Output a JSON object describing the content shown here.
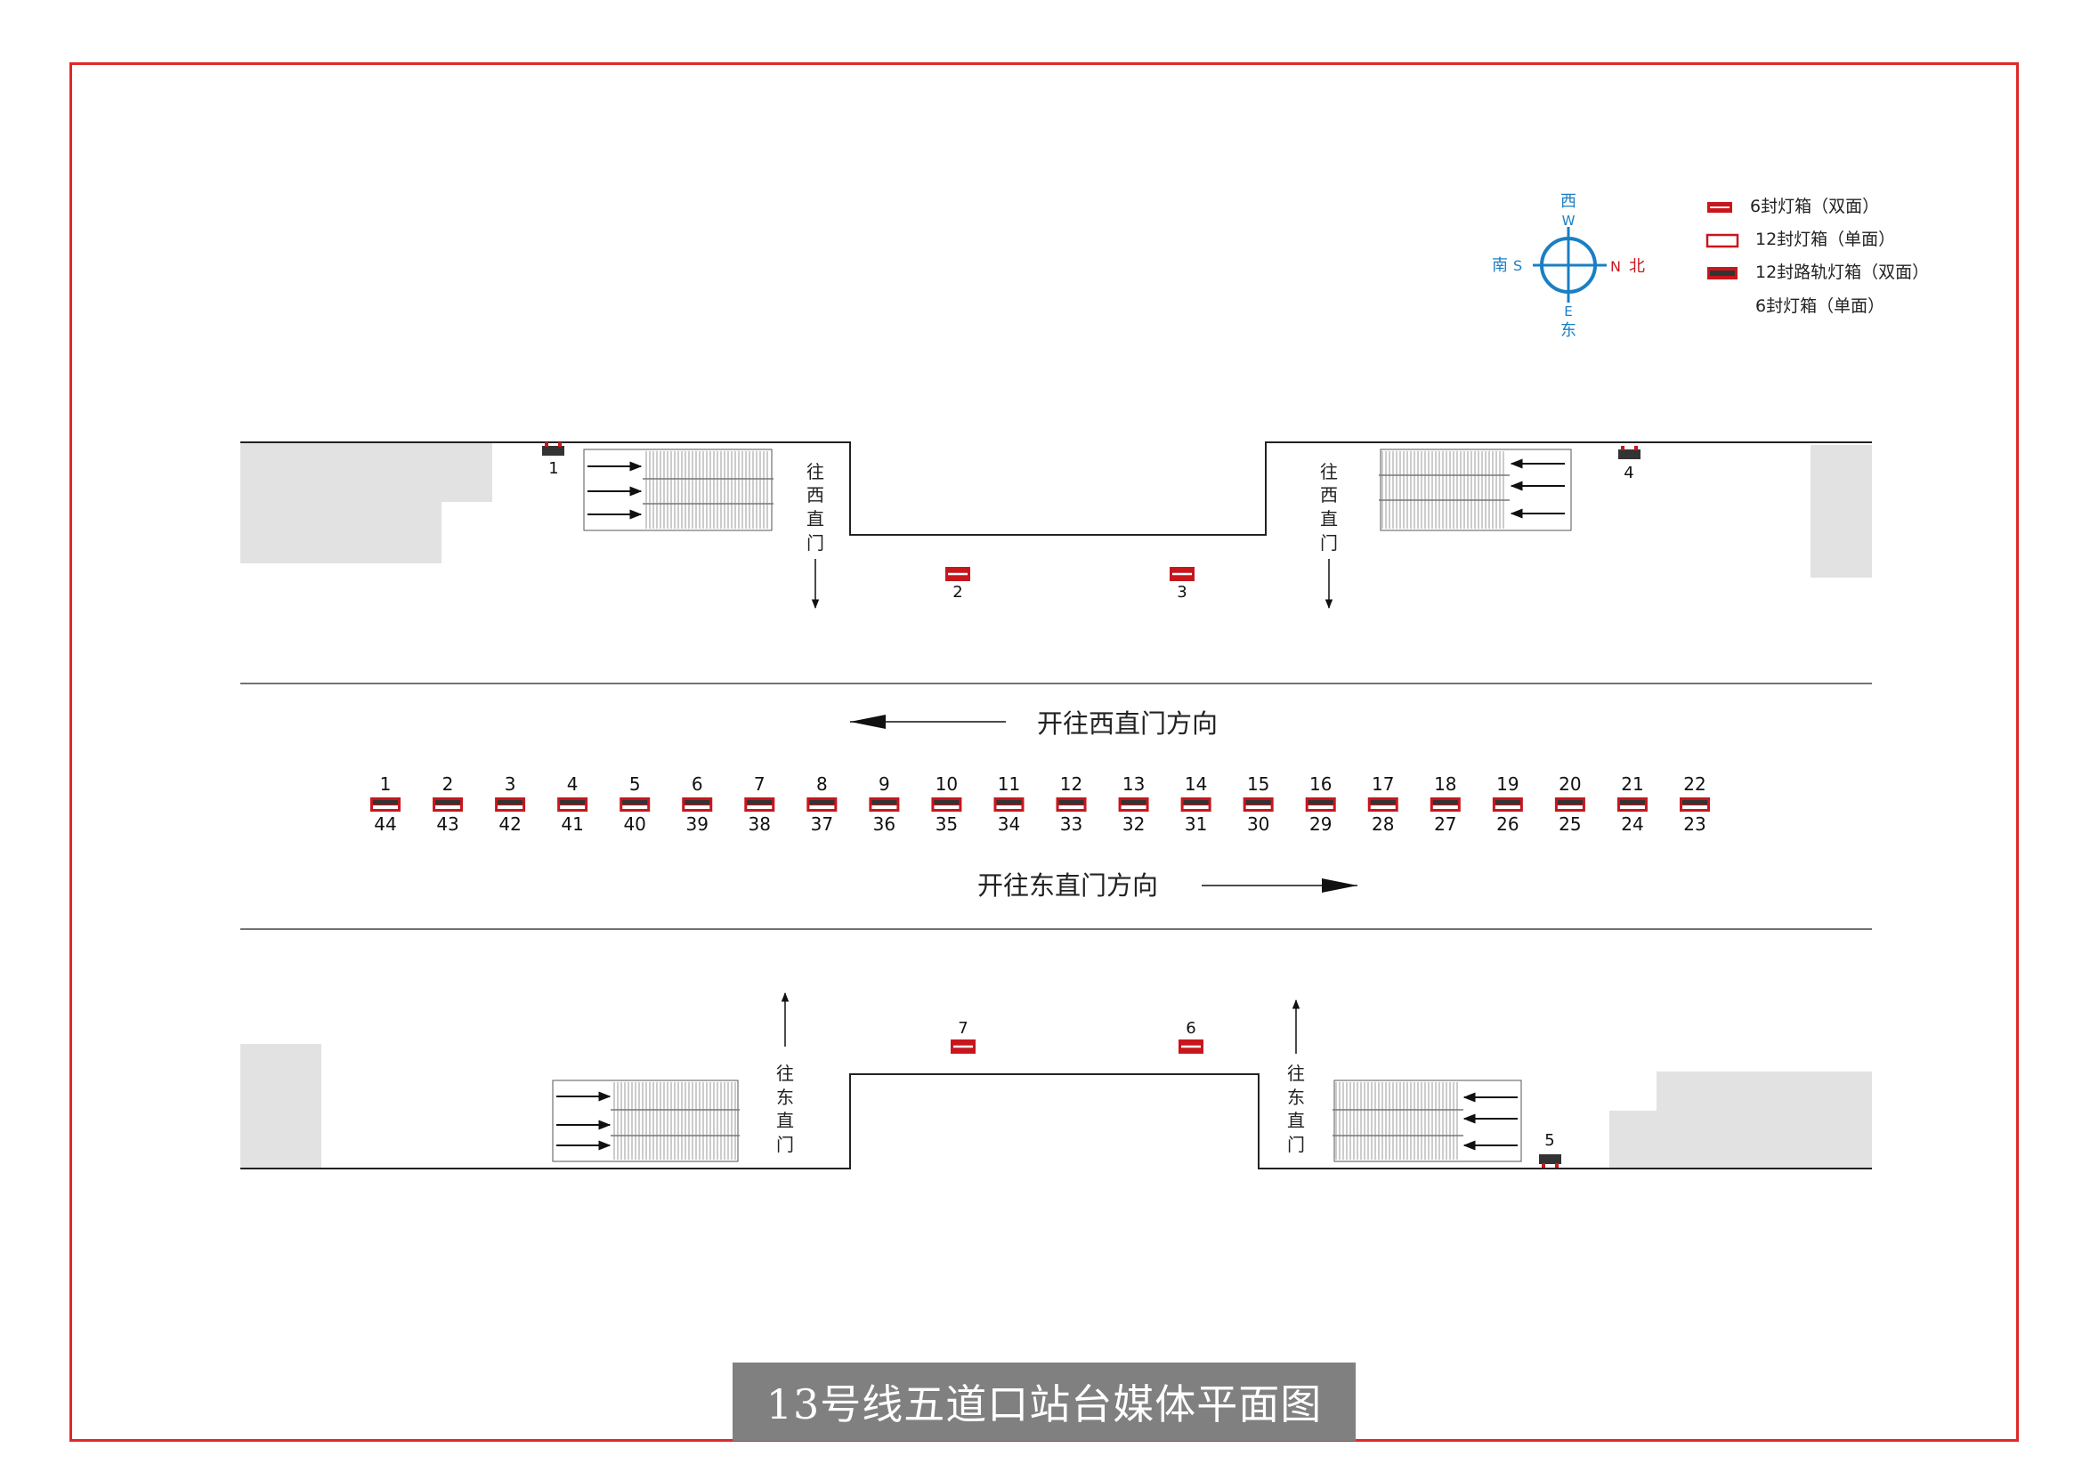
{
  "title": "13号线五道口站台媒体平面图",
  "colors": {
    "frame": "#e0282a",
    "box_red": "#c8161d",
    "dark": "#333333",
    "compass": "#1a7fc4",
    "gray_block": "#e2e2e2",
    "title_bg": "#808080"
  },
  "compass": {
    "top_cn": "西",
    "top_en": "W",
    "left_cn": "南",
    "left_en": "S",
    "right_en": "N",
    "right_cn": "北",
    "bottom_en": "E",
    "bottom_cn": "东"
  },
  "legend": [
    {
      "icon": "box-double-6-icon",
      "label": "6封灯箱（双面）"
    },
    {
      "icon": "box-single-12-icon",
      "label": "12封灯箱（单面）"
    },
    {
      "icon": "box-rail-12-icon",
      "label": "12封路轨灯箱（双面）"
    },
    {
      "icon": "",
      "label": "6封灯箱（单面）"
    }
  ],
  "direction_west": "开往西直门方向",
  "direction_east": "开往东直门方向",
  "top_exit_left": [
    "往",
    "西",
    "直",
    "门"
  ],
  "top_exit_right": [
    "往",
    "西",
    "直",
    "门"
  ],
  "bottom_exit_left": [
    "往",
    "东",
    "直",
    "门"
  ],
  "bottom_exit_right": [
    "往",
    "东",
    "直",
    "门"
  ],
  "top_boxes": [
    "1",
    "2",
    "3",
    "4"
  ],
  "bottom_boxes": [
    "7",
    "6",
    "5"
  ],
  "track_top_numbers": [
    "1",
    "2",
    "3",
    "4",
    "5",
    "6",
    "7",
    "8",
    "9",
    "10",
    "11",
    "12",
    "13",
    "14",
    "15",
    "16",
    "17",
    "18",
    "19",
    "20",
    "21",
    "22"
  ],
  "track_bottom_numbers": [
    "44",
    "43",
    "42",
    "41",
    "40",
    "39",
    "38",
    "37",
    "36",
    "35",
    "34",
    "33",
    "32",
    "31",
    "30",
    "29",
    "28",
    "27",
    "26",
    "25",
    "24",
    "23"
  ]
}
